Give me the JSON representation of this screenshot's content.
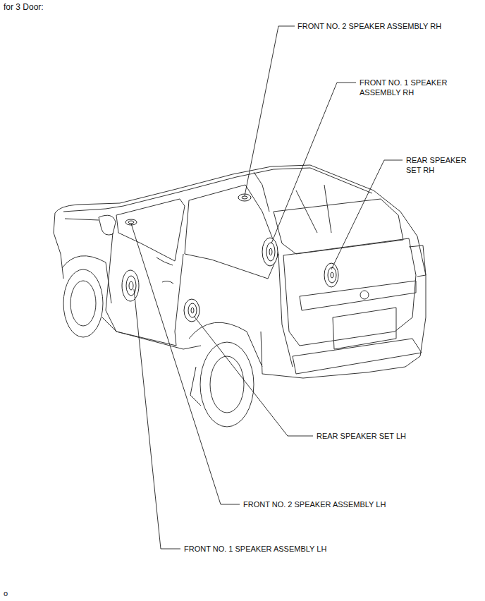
{
  "diagram": {
    "title": "for 3 Door:",
    "labels": [
      "FRONT NO. 2 SPEAKER ASSEMBLY RH",
      "FRONT NO. 1 SPEAKER ASSEMBLY RH",
      "REAR SPEAKER SET RH",
      "REAR SPEAKER SET LH",
      "FRONT NO. 2 SPEAKER ASSEMBLY LH",
      "FRONT NO. 1 SPEAKER ASSEMBLY LH",
      "o"
    ]
  }
}
